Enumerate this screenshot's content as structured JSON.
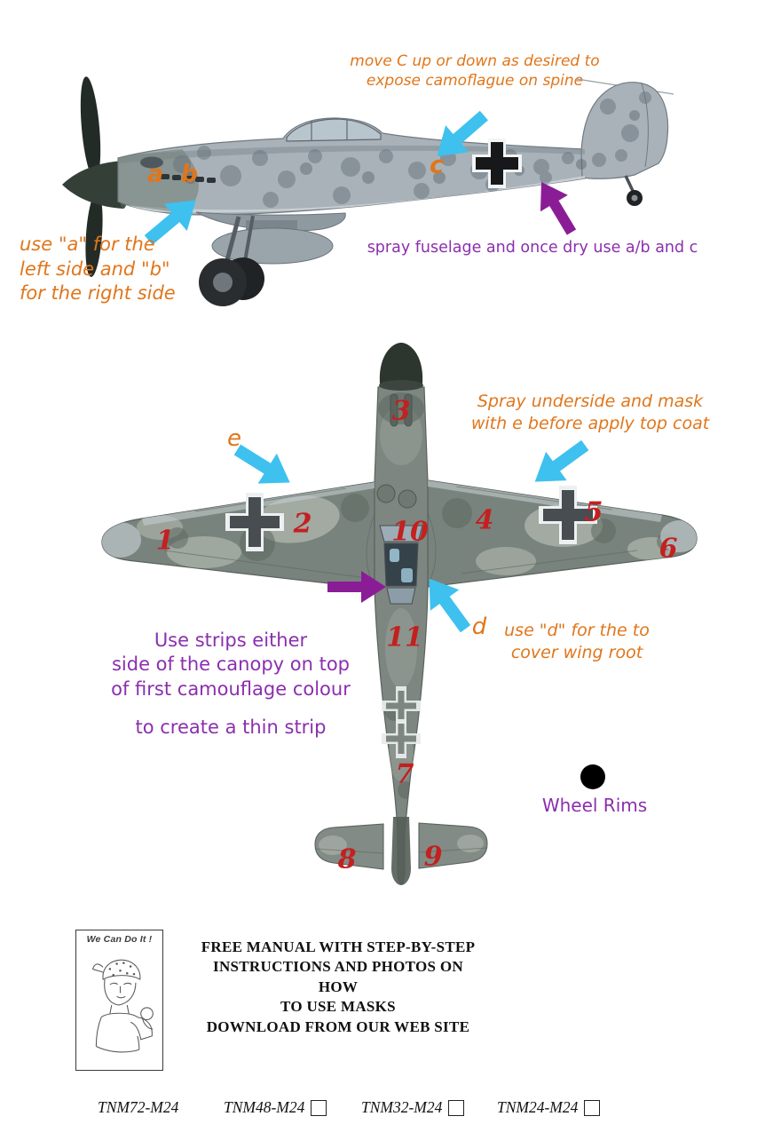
{
  "side_view": {
    "note_spine": "move C up or down as desired to\nexpose camoflague on spine",
    "marker_ab": "a b",
    "marker_c": "c",
    "note_a": "use \"a\" for the\nleft side and \"b\"\nfor the right side",
    "note_spray": "spray fuselage and once dry use a/b and c"
  },
  "top_view": {
    "marker_e": "e",
    "marker_d": "d",
    "note_underside": "Spray underside and mask\nwith e before apply top coat",
    "note_d": "use \"d\" for the to\ncover wing root",
    "note_strips": "Use strips either\nside of the canopy on top\nof first camouflage colour",
    "note_thin": "to create a thin strip",
    "wheel_rims_label": "Wheel Rims",
    "numbers": [
      "1",
      "2",
      "3",
      "4",
      "5",
      "6",
      "7",
      "8",
      "9",
      "10",
      "11"
    ]
  },
  "footer": {
    "poster_title": "We Can Do It !",
    "manual_lines": [
      "FREE MANUAL WITH STEP-BY-STEP",
      "INSTRUCTIONS AND PHOTOS ON HOW",
      "TO USE MASKS",
      "DOWNLOAD FROM OUR WEB SITE"
    ],
    "products": [
      {
        "code": "TNM72-M24",
        "has_checkbox": false
      },
      {
        "code": "TNM48-M24",
        "has_checkbox": true
      },
      {
        "code": "TNM32-M24",
        "has_checkbox": true
      },
      {
        "code": "TNM24-M24",
        "has_checkbox": true
      }
    ]
  },
  "colors": {
    "orange_text": "#e0761b",
    "purple_text": "#8b2fae",
    "cyan_arrow": "#3ec1ee",
    "purple_arrow": "#8a1d96",
    "red_number": "#c32020"
  }
}
